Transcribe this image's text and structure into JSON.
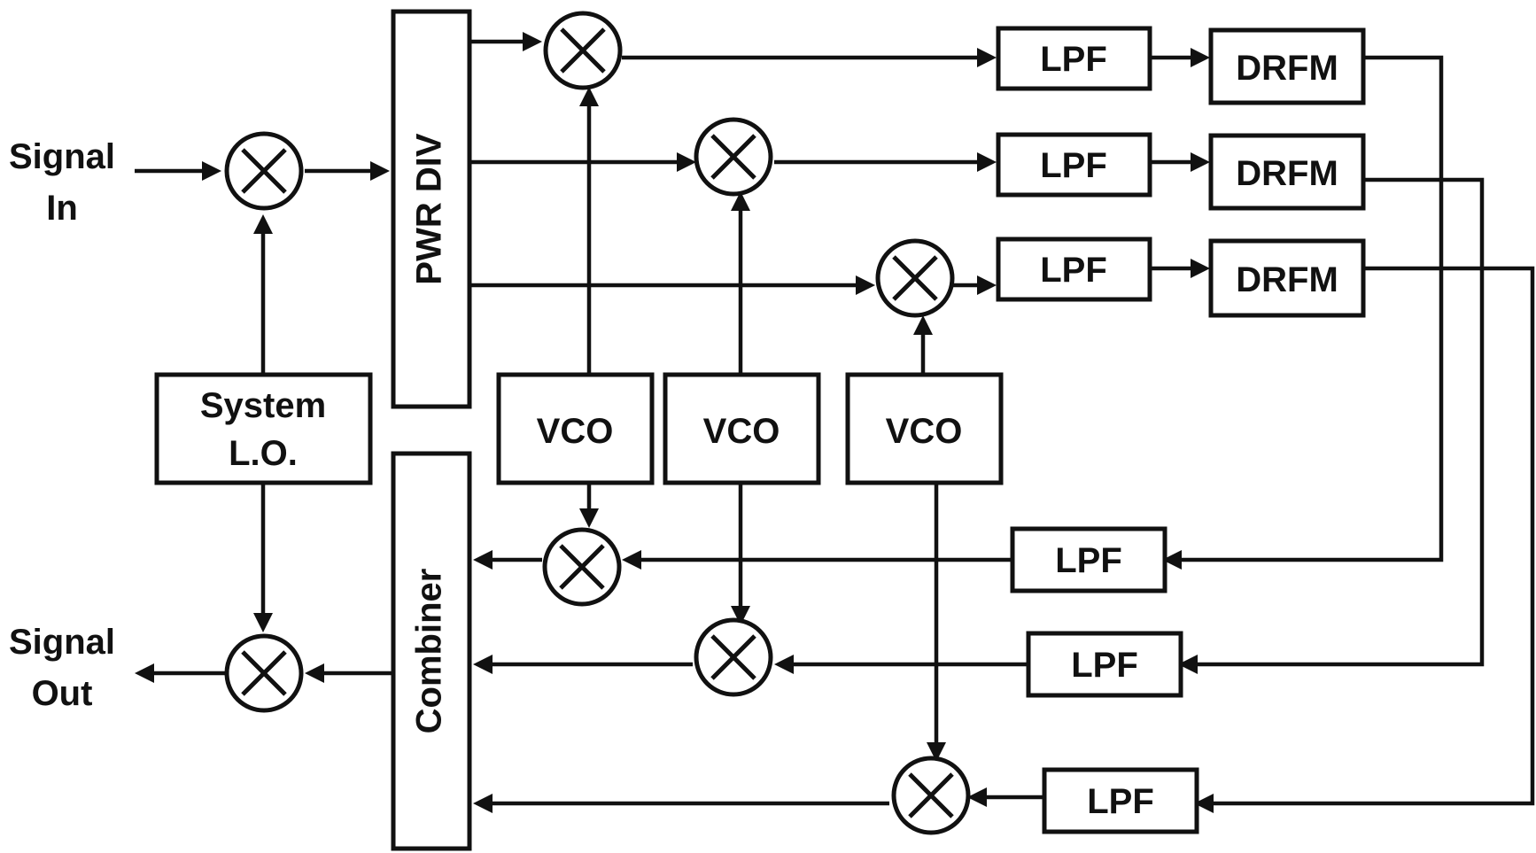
{
  "diagram": {
    "inputs": {
      "signal_in": [
        "Signal",
        "In"
      ],
      "signal_out": [
        "Signal",
        "Out"
      ]
    },
    "blocks": {
      "system_lo": [
        "System",
        "L.O."
      ],
      "power_divider": "PWR DIV",
      "combiner": "Combiner",
      "vco": [
        "VCO",
        "VCO",
        "VCO"
      ],
      "lpf_upper": [
        "LPF",
        "LPF",
        "LPF"
      ],
      "drfm": [
        "DRFM",
        "DRFM",
        "DRFM"
      ],
      "lpf_lower": [
        "LPF",
        "LPF",
        "LPF"
      ]
    },
    "colors": {
      "stroke": "#111111",
      "background": "#ffffff"
    }
  }
}
